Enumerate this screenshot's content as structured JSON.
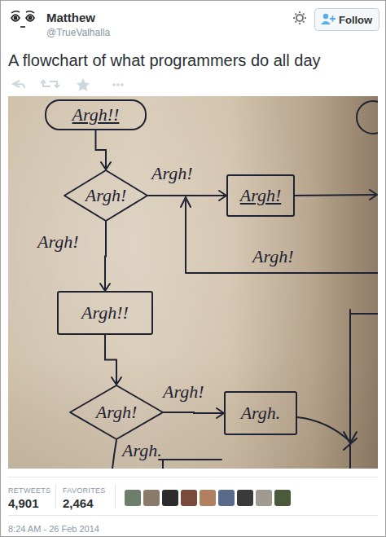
{
  "diagram": {
    "title": "A flowchart of what programmers do all day",
    "nodes": [
      {
        "text": [
          "Argh!!"
        ]
      },
      {
        "text": [
          "Argh!"
        ]
      },
      {
        "text": [
          "Argh!"
        ]
      },
      {
        "text": [
          "Argh!!"
        ]
      },
      {
        "text": [
          "Argh!"
        ]
      },
      {
        "text": [
          "Argh."
        ]
      }
    ],
    "edges": [
      {
        "from": 0,
        "to": 1,
        "arrow": "to"
      },
      {
        "from": 1,
        "to": 2,
        "label": "Argh!",
        "arrow": "to"
      },
      {
        "from": 1,
        "to": 3,
        "label": "Argh!",
        "arrow": "to"
      },
      {
        "from": 3,
        "to": 4,
        "arrow": "to"
      },
      {
        "from": 4,
        "to": 5,
        "label": "Argh!",
        "arrow": "to"
      }
    ],
    "labels": [
      "Matthew",
      "@TrueValhalla",
      "Follow",
      "Argh!",
      "Argh.",
      "RETWEETS",
      "4,901",
      "FAVORITES",
      "2,464",
      "8:24 AM - 26 Feb 2014"
    ]
  }
}
